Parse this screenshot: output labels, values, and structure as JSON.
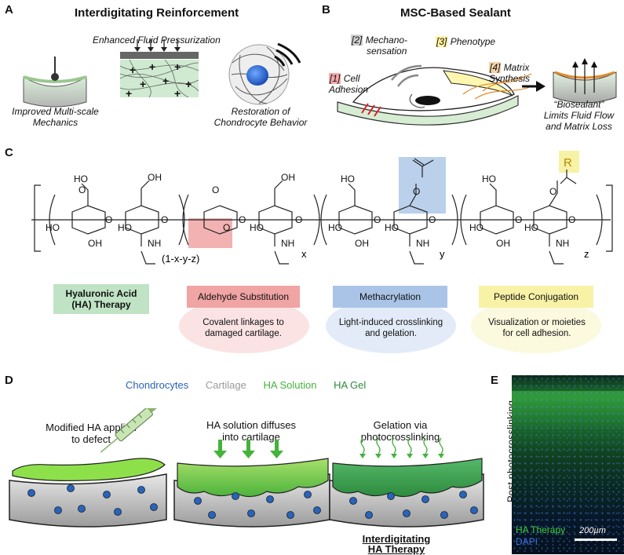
{
  "panel_a": {
    "letter": "A",
    "title": "Interdigitating Reinforcement",
    "fluid": "Enhanced Fluid Pressurization",
    "mech": [
      "Improved Multi-scale",
      "Mechanics"
    ],
    "chondro": [
      "Restoration of",
      "Chondrocyte Behavior"
    ]
  },
  "panel_b": {
    "letter": "B",
    "title": "MSC-Based Sealant",
    "mechano_num": "[2]",
    "mechano": [
      "Mechano-",
      "sensation"
    ],
    "pheno_num": "[3]",
    "pheno": "Phenotype",
    "matrix_num": "[4]",
    "matrix": [
      "Matrix",
      "Synthesis"
    ],
    "cell_num": "[1]",
    "cell": [
      "Cell",
      "Adhesion"
    ],
    "biosealant": [
      "“Biosealant”",
      "Limits Fluid Flow",
      "and Matrix Loss"
    ]
  },
  "panel_c": {
    "letter": "C",
    "r_label": "R",
    "sub1": "(1-x-y-z)",
    "sub_x": "x",
    "sub_y": "y",
    "sub_z": "z",
    "chem": {
      "ho": "HO",
      "oh": "OH",
      "o": "O",
      "nh": "NH"
    },
    "boxes": [
      {
        "title": [
          "Hyaluronic Acid",
          "(HA) Therapy"
        ],
        "desc": [],
        "fill": "#bfe3c4"
      },
      {
        "title": [
          "Aldehyde Substitution"
        ],
        "desc": [
          "Covalent linkages to",
          "damaged cartilage."
        ],
        "fill": "#f0a4a4"
      },
      {
        "title": [
          "Methacrylation"
        ],
        "desc": [
          "Light-induced crosslinking",
          "and gelation."
        ],
        "fill": "#a9c4e6"
      },
      {
        "title": [
          "Peptide Conjugation"
        ],
        "desc": [
          "Visualization or moieties",
          "for cell adhesion."
        ],
        "fill": "#f7f2a6"
      }
    ]
  },
  "panel_d": {
    "letter": "D",
    "legend": [
      {
        "label": "Chondrocytes",
        "color": "#2a63b8"
      },
      {
        "label": "Cartilage",
        "color": "#9a9a9a"
      },
      {
        "label": "HA Solution",
        "color": "#44b33a"
      },
      {
        "label": "HA Gel",
        "color": "#2e8b3e"
      }
    ],
    "step1": [
      "Modified HA applied",
      "to defect"
    ],
    "step2": [
      "HA solution diffuses",
      "into cartilage"
    ],
    "step3": [
      "Gelation via",
      "photocrosslinking"
    ],
    "result": [
      "Interdigitating",
      "HA Therapy"
    ]
  },
  "panel_e": {
    "letter": "E",
    "side_label": "Post photocrosslinking",
    "ha": "HA Therapy",
    "dapi": "DAPI",
    "scale": "200µm",
    "ha_color": "#3fcf3f",
    "dapi_color": "#3b6fe0"
  }
}
